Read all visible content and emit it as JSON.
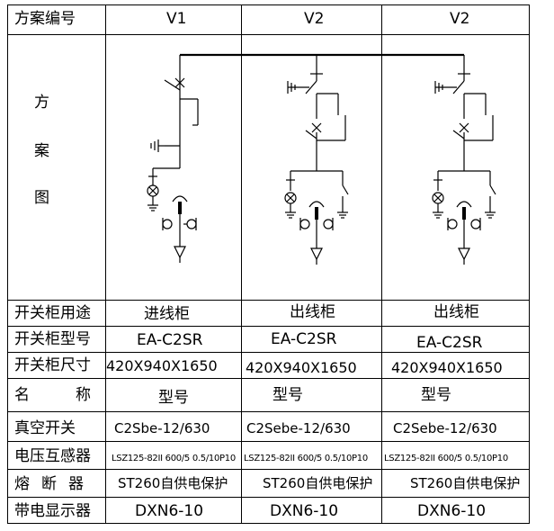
{
  "header": {
    "scheme_no_label": "方案编号",
    "columns": [
      "V1",
      "V2",
      "V2"
    ]
  },
  "diagram_label": [
    "方",
    "案",
    "图"
  ],
  "rows": [
    {
      "label": "开关柜用途",
      "values": [
        "进线柜",
        "出线柜",
        "出线柜"
      ]
    },
    {
      "label": "开关柜型号",
      "values": [
        "EA-C2SR",
        "EA-C2SR",
        "EA-C2SR"
      ]
    },
    {
      "label": "开关柜尺寸",
      "values": [
        "420X940X1650",
        "420X940X1650",
        "420X940X1650"
      ]
    },
    {
      "label_chars": [
        "名",
        "称"
      ],
      "values": [
        "型号",
        "型号",
        "型号"
      ]
    },
    {
      "label": "真空开关",
      "values": [
        "C2Sbe-12/630",
        "C2Sebe-12/630",
        "C2Sebe-12/630"
      ]
    },
    {
      "label": "电压互感器",
      "values": [
        "LSZ125-82II 600/5 0.5/10P10",
        "LSZ125-82II 600/5 0.5/10P10",
        "LSZ125-82II 600/5 0.5/10P10"
      ]
    },
    {
      "label_chars": [
        "熔",
        "断",
        "器"
      ],
      "values": [
        "ST260自供电保护",
        "ST260自供电保护",
        "ST260自供电保护"
      ]
    },
    {
      "label": "带电显示器",
      "values": [
        "DXN6-10",
        "DXN6-10",
        "DXN6-10"
      ]
    }
  ]
}
